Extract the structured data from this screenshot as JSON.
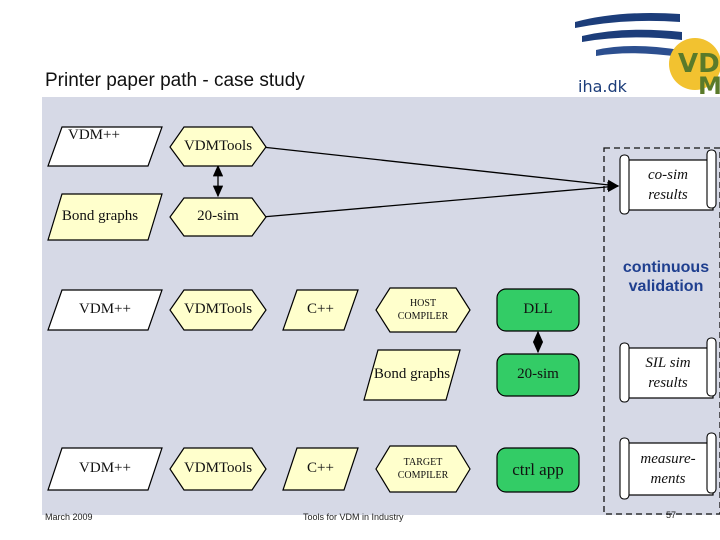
{
  "header": {
    "title": "Printer paper path - case study",
    "logo_text": "iha.dk",
    "logo_mark": "VDM"
  },
  "diagram": {
    "nodes": [
      {
        "id": "vdmpp1",
        "text": "VDM++",
        "shape": "parallelogram",
        "fill": "#ffffff"
      },
      {
        "id": "vdmtools1",
        "text": "VDMTools",
        "shape": "hexagon",
        "fill": "#ffffcc"
      },
      {
        "id": "bond1",
        "text": "Bond graphs",
        "shape": "parallelogram",
        "fill": "#ffffcc"
      },
      {
        "id": "sim1",
        "text": "20-sim",
        "shape": "hexagon",
        "fill": "#ffffcc"
      },
      {
        "id": "vdmpp2",
        "text": "VDM++",
        "shape": "parallelogram",
        "fill": "#ffffff"
      },
      {
        "id": "vdmtools2",
        "text": "VDMTools",
        "shape": "hexagon",
        "fill": "#ffffcc"
      },
      {
        "id": "cpp1",
        "text": "C++",
        "shape": "parallelogram",
        "fill": "#ffffcc"
      },
      {
        "id": "hostcomp",
        "text": "HOST COMPILER",
        "shape": "hexagon",
        "fill": "#ffffcc"
      },
      {
        "id": "dll",
        "text": "DLL",
        "shape": "rounded",
        "fill": "#33cc66"
      },
      {
        "id": "bond2",
        "text": "Bond graphs",
        "shape": "parallelogram",
        "fill": "#ffffcc"
      },
      {
        "id": "sim2",
        "text": "20-sim",
        "shape": "rounded",
        "fill": "#33cc66"
      },
      {
        "id": "vdmpp3",
        "text": "VDM++",
        "shape": "parallelogram",
        "fill": "#ffffff"
      },
      {
        "id": "vdmtools3",
        "text": "VDMTools",
        "shape": "hexagon",
        "fill": "#ffffcc"
      },
      {
        "id": "cpp2",
        "text": "C++",
        "shape": "parallelogram",
        "fill": "#ffffcc"
      },
      {
        "id": "targetcomp",
        "text": "TARGET COMPILER",
        "shape": "hexagon",
        "fill": "#ffffcc"
      },
      {
        "id": "ctrlapp",
        "text": "ctrl app",
        "shape": "rounded",
        "fill": "#33cc66"
      }
    ],
    "results": [
      {
        "id": "cosim",
        "text": "co-sim results"
      },
      {
        "id": "silsim",
        "text": "SIL sim results"
      },
      {
        "id": "measurements",
        "text": "measure-ments"
      }
    ],
    "validation_label": "continuous validation"
  },
  "footer": {
    "date": "March 2009",
    "center": "Tools for VDM in Industry",
    "page": "57"
  },
  "colors": {
    "panel": "#d6d9e6",
    "yellow": "#ffffcc",
    "green": "#33cc66",
    "accent_blue": "#1f3f8f",
    "scroll_fill": "#ffffff"
  }
}
